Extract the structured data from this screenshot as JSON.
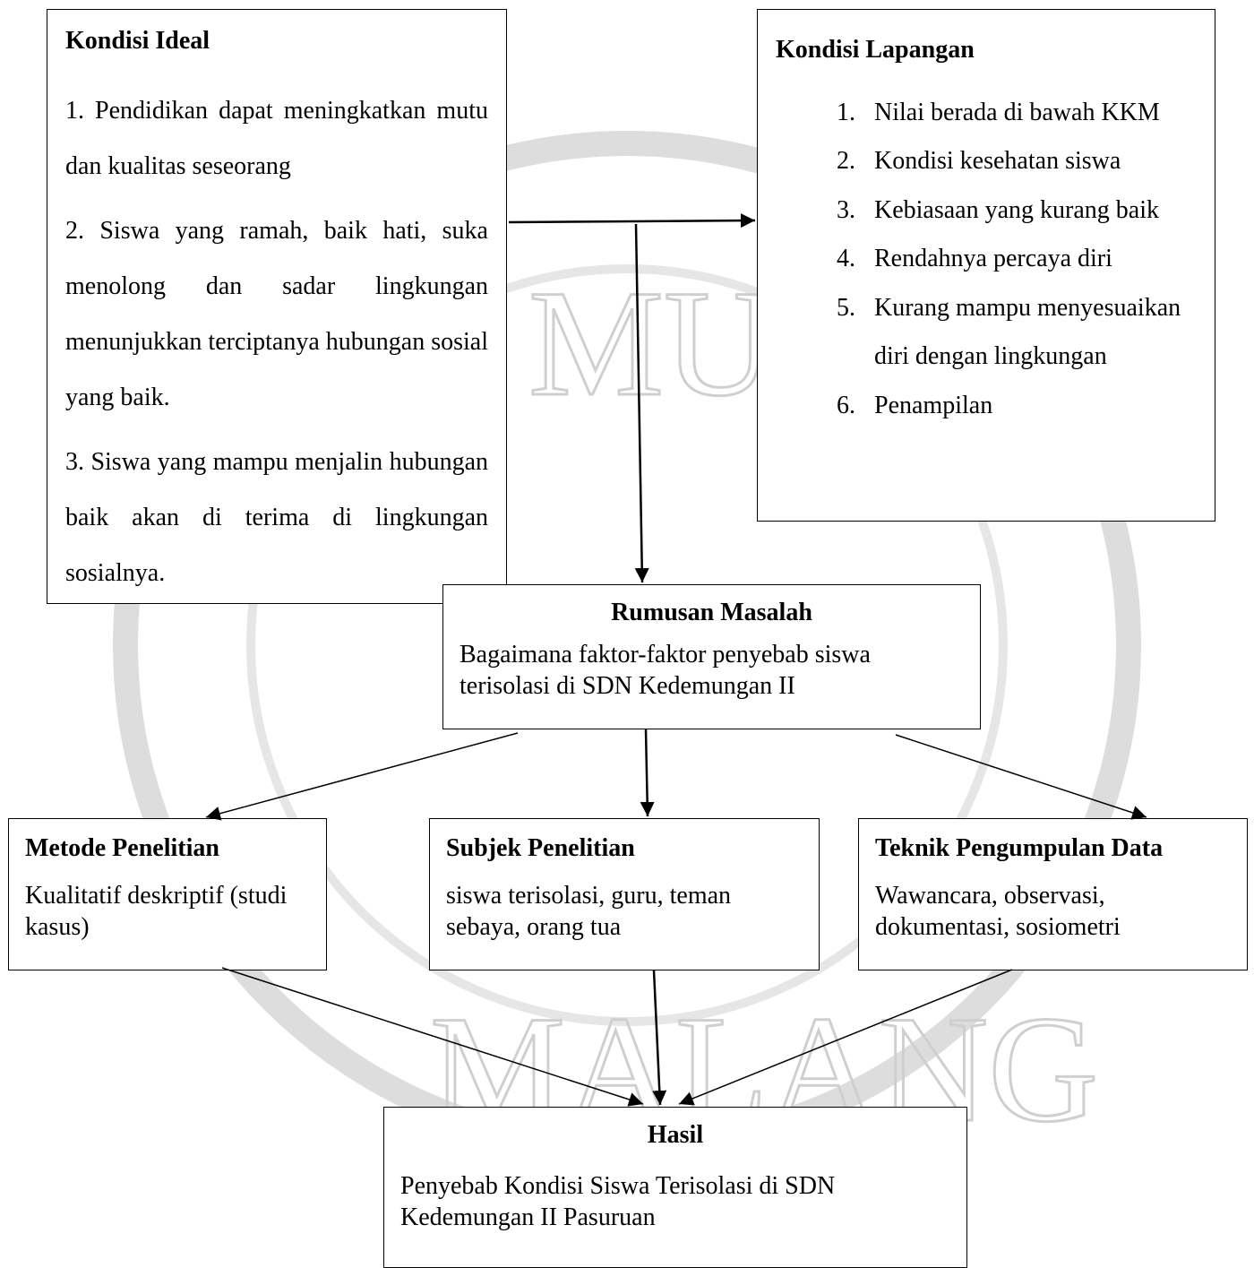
{
  "ideal": {
    "title": "Kondisi Ideal",
    "items": [
      "1. Pendidikan dapat meningkatkan mutu dan kualitas seseorang",
      "2. Siswa yang ramah, baik hati, suka menolong dan sadar lingkungan menunjukkan terciptanya hubungan sosial yang baik.",
      "3. Siswa yang mampu menjalin hubungan baik akan di terima di lingkungan sosialnya."
    ]
  },
  "lapangan": {
    "title": "Kondisi Lapangan",
    "items": [
      "Nilai berada di bawah KKM",
      "Kondisi kesehatan siswa",
      "Kebiasaan yang kurang baik",
      "Rendahnya percaya diri",
      "Kurang mampu menyesuaikan diri dengan lingkungan",
      "Penampilan"
    ]
  },
  "rumusan": {
    "title": "Rumusan Masalah",
    "text": "Bagaimana faktor-faktor penyebab siswa terisolasi di SDN Kedemungan II"
  },
  "metode": {
    "title": "Metode Penelitian",
    "text": "Kualitatif deskriptif (studi kasus)"
  },
  "subjek": {
    "title": "Subjek Penelitian",
    "text": "siswa terisolasi, guru, teman sebaya, orang tua"
  },
  "teknik": {
    "title": "Teknik Pengumpulan Data",
    "text": "Wawancara, observasi, dokumentasi, sosiometri"
  },
  "hasil": {
    "title": "Hasil",
    "text": "Penyebab Kondisi Siswa Terisolasi di SDN Kedemungan II Pasuruan"
  },
  "watermark": [
    "MUH",
    "MALANG"
  ],
  "colors": {
    "line": "#000000",
    "watermark": "#cfcfcf"
  }
}
